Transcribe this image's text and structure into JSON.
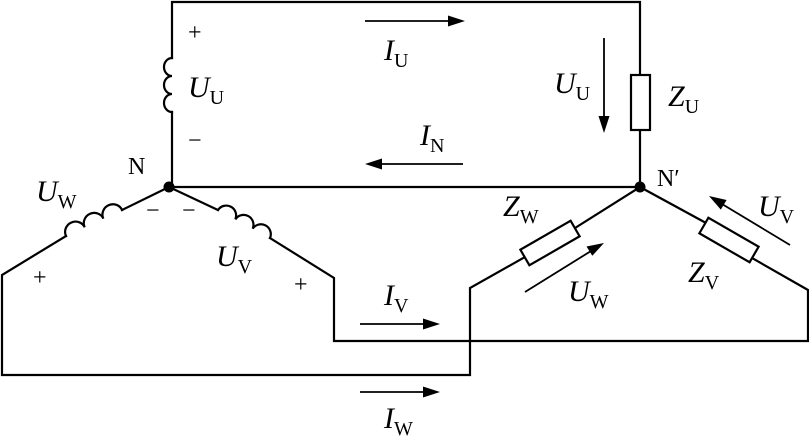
{
  "colors": {
    "line": "#000000",
    "background": "#ffffff"
  },
  "nodes": {
    "source_neutral": "N",
    "load_neutral": "N′"
  },
  "source": {
    "U": {
      "symbol": "U",
      "sub": "U",
      "plus": "+",
      "minus": "−"
    },
    "V": {
      "symbol": "U",
      "sub": "V",
      "plus": "+",
      "minus": "−"
    },
    "W": {
      "symbol": "U",
      "sub": "W",
      "plus": "+",
      "minus": "−"
    }
  },
  "load": {
    "ZU": {
      "symbol": "Z",
      "sub": "U"
    },
    "ZV": {
      "symbol": "Z",
      "sub": "V"
    },
    "ZW": {
      "symbol": "Z",
      "sub": "W"
    },
    "UU": {
      "symbol": "U",
      "sub": "U"
    },
    "UV": {
      "symbol": "U",
      "sub": "V"
    },
    "UW": {
      "symbol": "U",
      "sub": "W"
    }
  },
  "currents": {
    "IU": {
      "symbol": "I",
      "sub": "U"
    },
    "IN": {
      "symbol": "I",
      "sub": "N"
    },
    "IV": {
      "symbol": "I",
      "sub": "V"
    },
    "IW": {
      "symbol": "I",
      "sub": "W"
    }
  }
}
